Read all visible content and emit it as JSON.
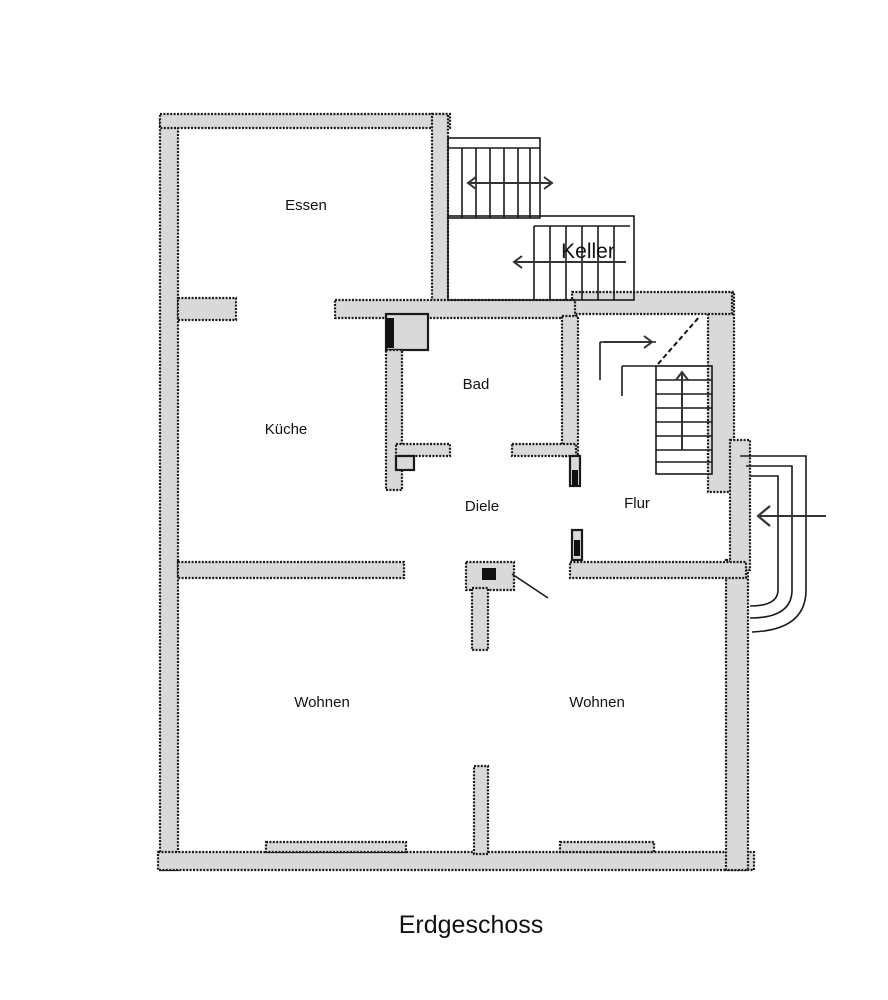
{
  "plan": {
    "title": "Erdgeschoss",
    "rooms": {
      "essen": "Essen",
      "keller": "Keller",
      "bad": "Bad",
      "kueche": "Küche",
      "diele": "Diele",
      "flur": "Flur",
      "wohnen_left": "Wohnen",
      "wohnen_right": "Wohnen"
    },
    "colors": {
      "wall_fill": "#d9d9d9",
      "line": "#1a1a1a"
    }
  }
}
